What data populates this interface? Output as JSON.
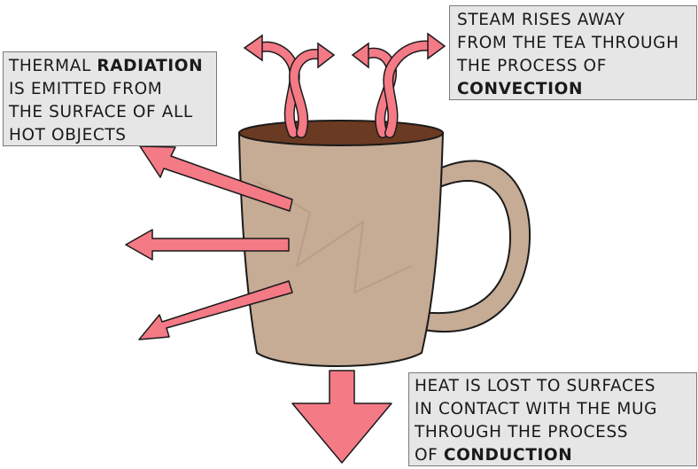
{
  "diagram": {
    "labels": {
      "radiation": {
        "line1": "THERMAL ",
        "line1_keyword": "RADIATION",
        "line2": "IS EMITTED FROM",
        "line3": "THE SURFACE OF ALL",
        "line4": "HOT OBJECTS"
      },
      "convection": {
        "line1": "STEAM RISES AWAY",
        "line2": "FROM THE TEA THROUGH",
        "line3": "THE PROCESS OF",
        "line4_keyword": "CONVECTION"
      },
      "conduction": {
        "line1": "HEAT IS LOST TO SURFACES",
        "line2": "IN CONTACT WITH THE MUG",
        "line3": "THROUGH THE PROCESS",
        "line4": "OF ",
        "line4_keyword": "CONDUCTION"
      }
    },
    "colors": {
      "arrow_fill": "#f47a86",
      "arrow_stroke": "#1a1a1a",
      "mug_body": "#c6ab95",
      "mug_shade": "#b89a83",
      "tea": "#6b3a22",
      "box_fill": "#e6e6e6",
      "box_border": "#7a7a7a"
    }
  }
}
